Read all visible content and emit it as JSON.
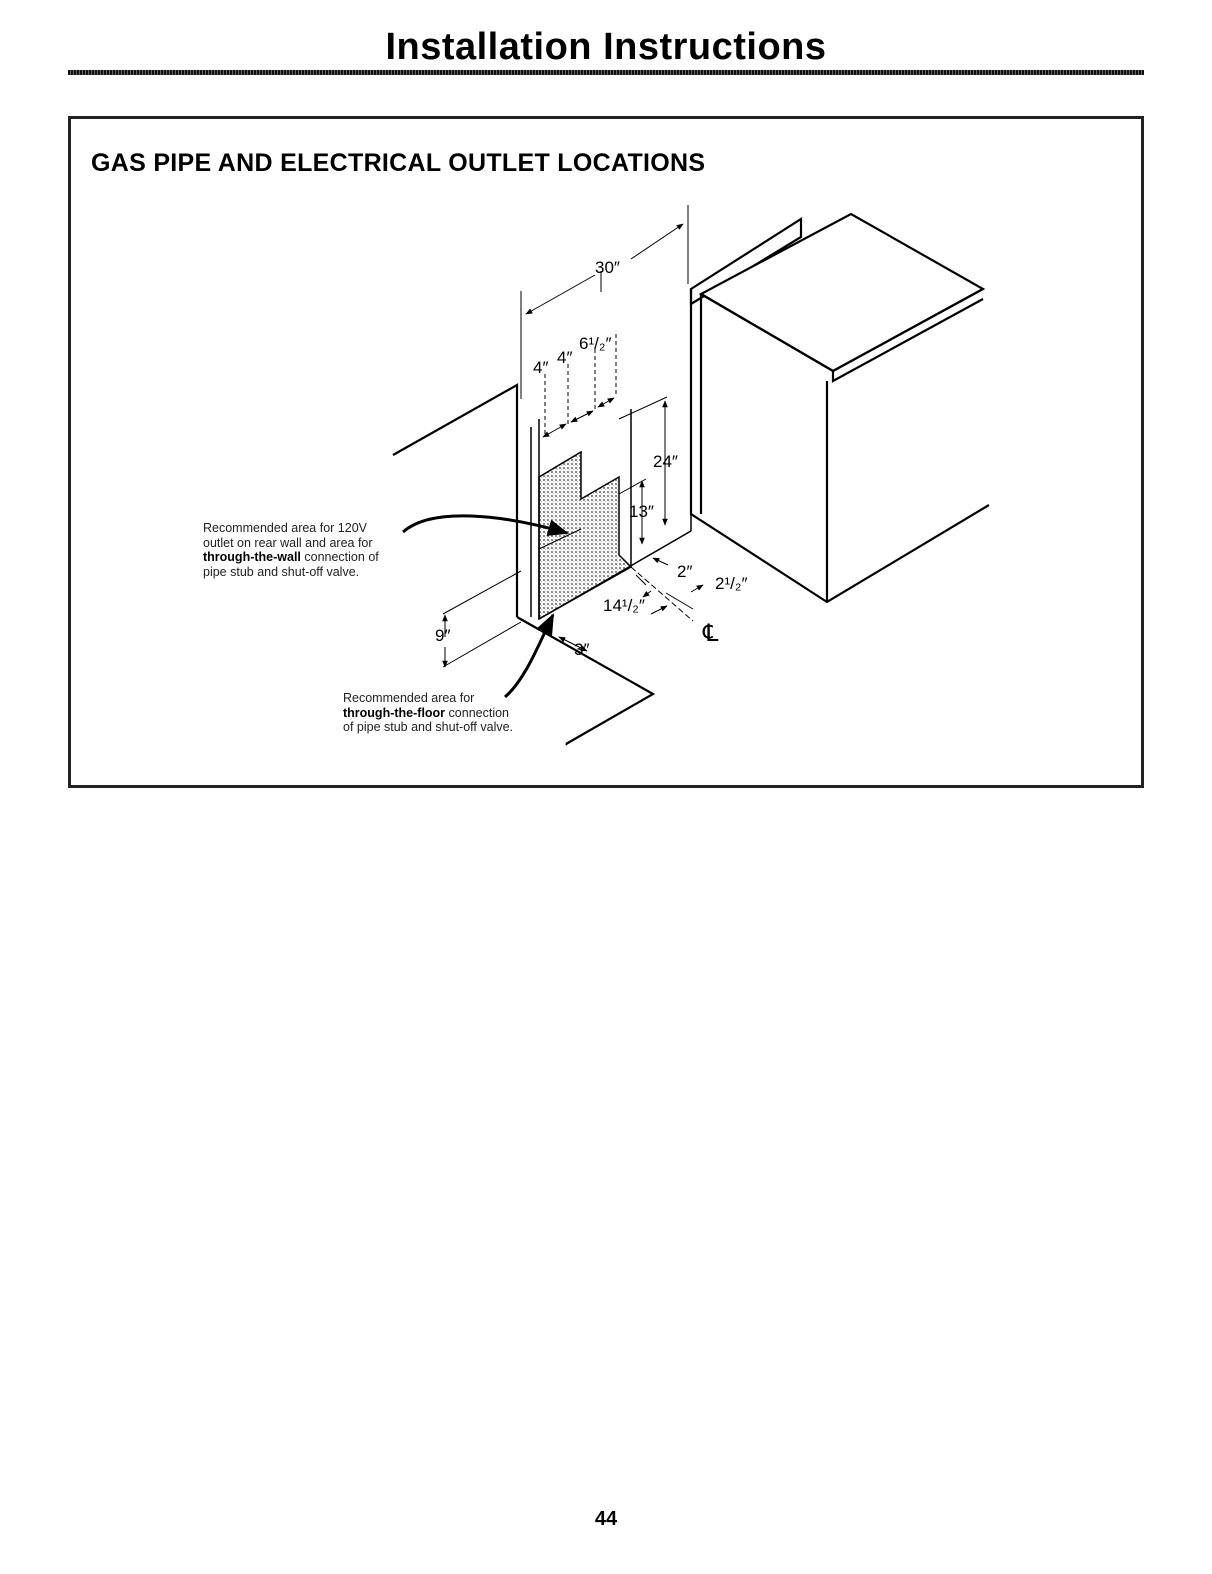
{
  "page": {
    "title": "Installation Instructions",
    "number": "44"
  },
  "figure": {
    "heading": "GAS PIPE AND ELECTRICAL OUTLET LOCATIONS",
    "dimensions": {
      "width_30": "30″",
      "four_a": "4″",
      "four_b": "4″",
      "six_half": "6¹/₂″",
      "twenty_four": "24″",
      "thirteen": "13″",
      "two": "2″",
      "two_half": "2¹/₂″",
      "fourteen_half": "14¹/₂″",
      "nine": "9″",
      "three": "3″",
      "centerline": "℄"
    },
    "wall_callout": {
      "line1": "Recommended area for 120V",
      "line2": "outlet on rear wall and area for",
      "line3_bold": "through-the-wall",
      "line3_rest": " connection of",
      "line4": "pipe stub and shut-off valve."
    },
    "floor_callout": {
      "line1": "Recommended area for",
      "line2_bold": "through-the-floor",
      "line2_rest": " connection",
      "line3": "of pipe stub and shut-off valve."
    }
  }
}
